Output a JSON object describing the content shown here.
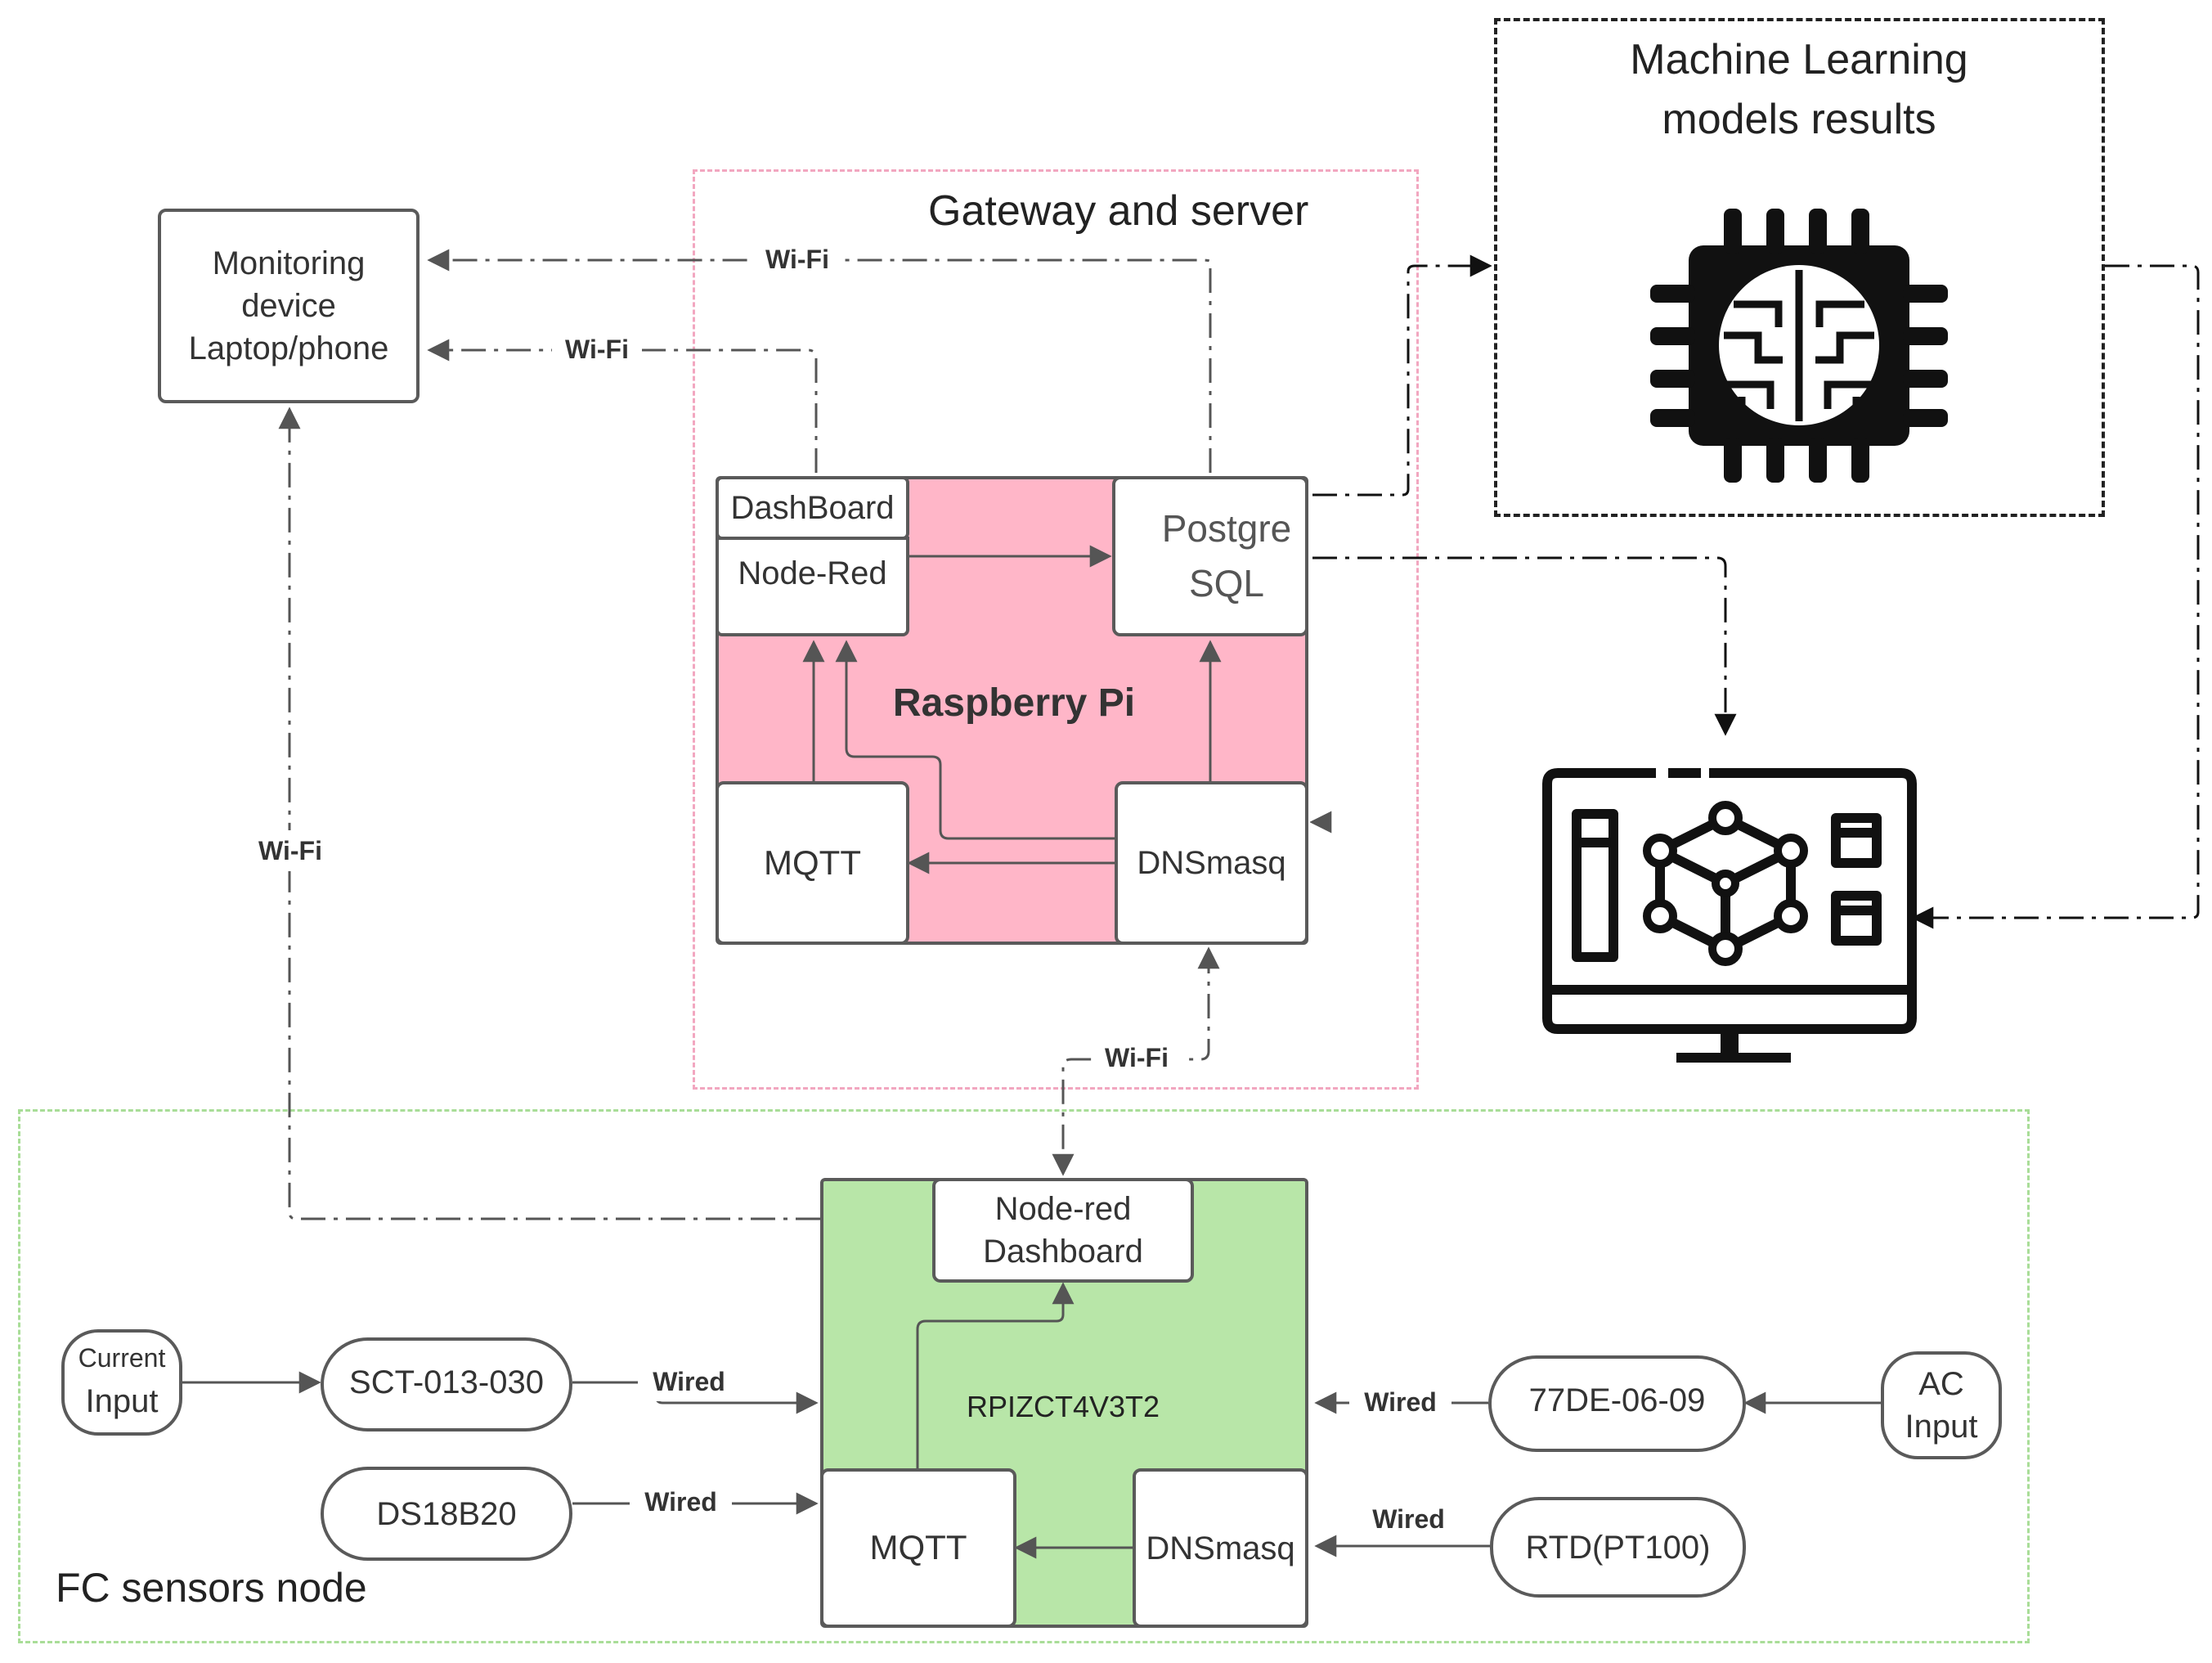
{
  "colors": {
    "line": "#555555",
    "gateway_fill": "#ffb6c8",
    "gateway_border": "#f2a7c0",
    "sensor_fill": "#b8e6a8",
    "sensor_border": "#a9dd98",
    "ml_border": "#222222"
  },
  "gateway": {
    "title": "Gateway and server",
    "board": "Raspberry Pi",
    "dashboard": "DashBoard",
    "nodered": "Node-Red",
    "postgres": "Postgre\nSQL",
    "mqtt": "MQTT",
    "dnsmasq": "DNSmasq"
  },
  "monitor": {
    "label": "Monitoring\ndevice\nLaptop/phone"
  },
  "ml": {
    "title": "Machine Learning\nmodels results",
    "chip_icon": "ai-chip-icon",
    "monitor_icon": "3d-model-monitor-icon"
  },
  "sensors": {
    "title": "FC sensors node",
    "board": "RPIZCT4V3T2",
    "nodered": "Node-red\nDashboard",
    "mqtt": "MQTT",
    "dnsmasq": "DNSmasq",
    "current_input": "Current",
    "current_input_2": "Input",
    "sct": "SCT-013-030",
    "ds18b20": "DS18B20",
    "de77": "77DE-06-09",
    "ac_input": "AC\nInput",
    "rtd": "RTD(PT100)"
  },
  "links": {
    "wifi": "Wi-Fi",
    "wired": "Wired"
  }
}
